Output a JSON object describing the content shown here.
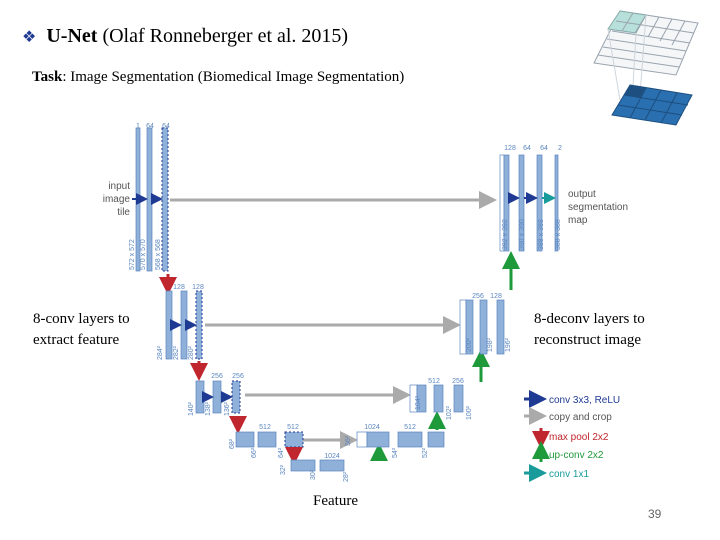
{
  "header": {
    "bullet": "❖",
    "title_bold": "U-Net",
    "title_rest": " (Olaf Ronneberger et al. 2015)"
  },
  "task": {
    "label": "Task",
    "text": ": Image Segmentation (Biomedical Image Segmentation)"
  },
  "annotations": {
    "left_line1": "8-conv layers to",
    "left_line2": "extract feature",
    "right_line1": "8-deconv layers to",
    "right_line2": "reconstruct image",
    "bottom": "Feature"
  },
  "diagram": {
    "input_label": [
      "input",
      "image",
      "tile"
    ],
    "output_label": [
      "output",
      "segmentation",
      "map"
    ],
    "channels": {
      "l1": [
        "1",
        "64",
        "64"
      ],
      "l2": [
        "128",
        "128"
      ],
      "l3": [
        "256",
        "256"
      ],
      "l4": [
        "512",
        "512"
      ],
      "l5": [
        "1024",
        "1024"
      ],
      "r4": [
        "1024",
        "512"
      ],
      "r3": [
        "512",
        "256"
      ],
      "r2": [
        "256",
        "128"
      ],
      "r1": [
        "128",
        "64",
        "64",
        "2"
      ]
    },
    "sizes": {
      "l1": [
        "572 x 572",
        "570 x 570",
        "568 x 568"
      ],
      "l2": [
        "284²",
        "282²",
        "280²"
      ],
      "l3": [
        "140²",
        "138²",
        "136²"
      ],
      "l4": [
        "68²",
        "66²",
        "64²"
      ],
      "l5": [
        "32²",
        "30²",
        "28²"
      ],
      "r4": [
        "56²",
        "54²",
        "52²"
      ],
      "r3": [
        "104²",
        "102²",
        "100²"
      ],
      "r2": [
        "200²",
        "198²",
        "196²"
      ],
      "r1": [
        "392 x 392",
        "390 x 390",
        "388 x 388",
        "388 x 388"
      ]
    },
    "legend": [
      {
        "label": "conv 3x3, ReLU",
        "color": "#1f3a93"
      },
      {
        "label": "copy and crop",
        "color": "#aaaaaa"
      },
      {
        "label": "max pool 2x2",
        "color": "#c0262d"
      },
      {
        "label": "up-conv 2x2",
        "color": "#1f9a3a"
      },
      {
        "label": "conv 1x1",
        "color": "#1a9b9b"
      }
    ]
  },
  "colors": {
    "bar_fill": "#8fb0d8",
    "bar_stroke": "#5b86bf",
    "conv_arrow": "#1f3a93",
    "copy_arrow": "#aaaaaa",
    "pool_arrow": "#c0262d",
    "up_arrow": "#1f9a3a",
    "out_arrow": "#1a9b9b"
  },
  "page_number": "39"
}
